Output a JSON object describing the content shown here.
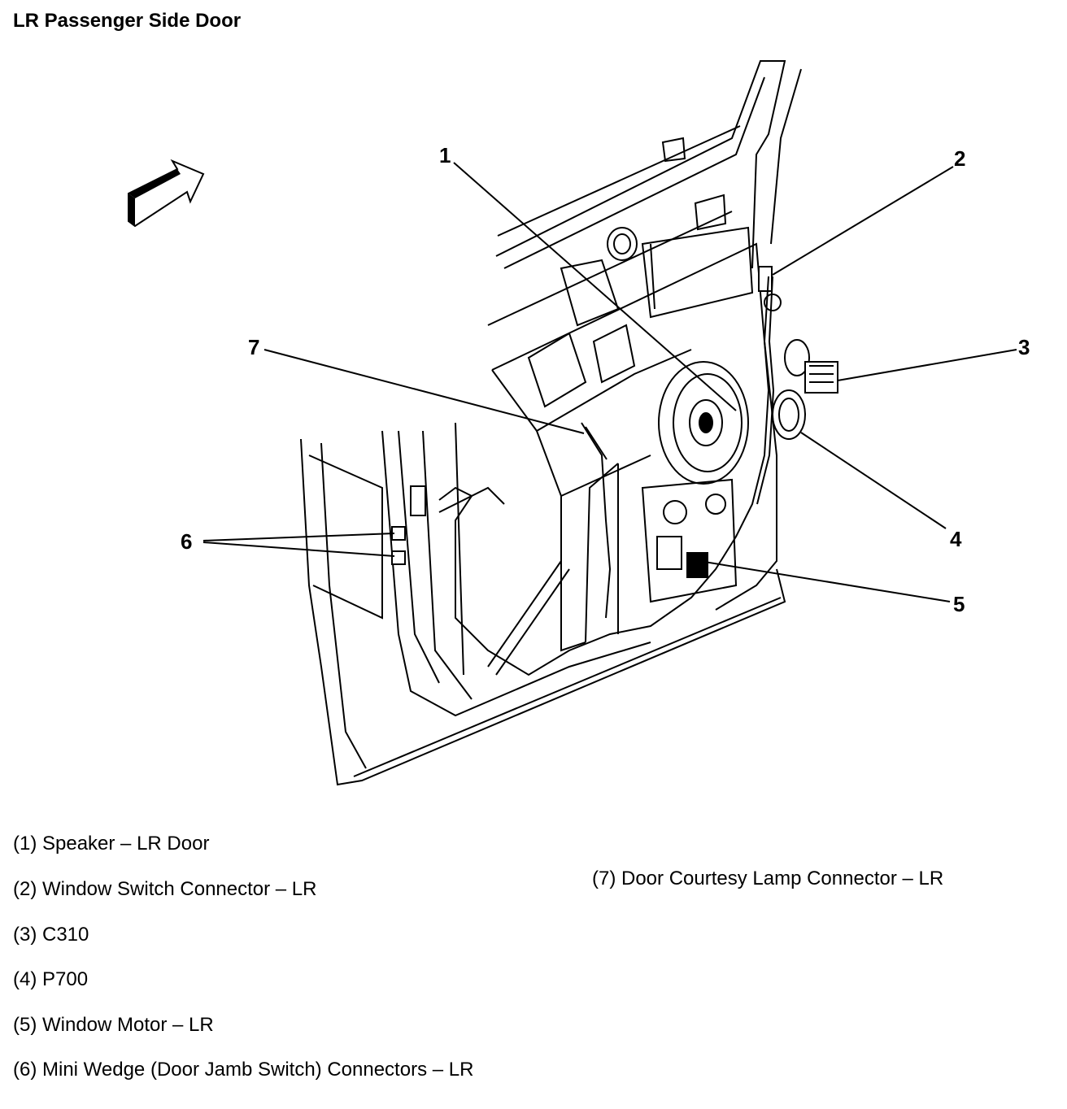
{
  "title": "LR Passenger Side Door",
  "callouts": [
    "1",
    "2",
    "3",
    "4",
    "5",
    "6",
    "7"
  ],
  "legend": [
    "(1) Speaker – LR Door",
    "(2) Window Switch Connector – LR",
    "(3) C310",
    "(4) P700",
    "(5) Window Motor – LR",
    "(6) Mini Wedge (Door Jamb Switch) Connectors – LR",
    "(7) Door Courtesy Lamp Connector – LR"
  ]
}
